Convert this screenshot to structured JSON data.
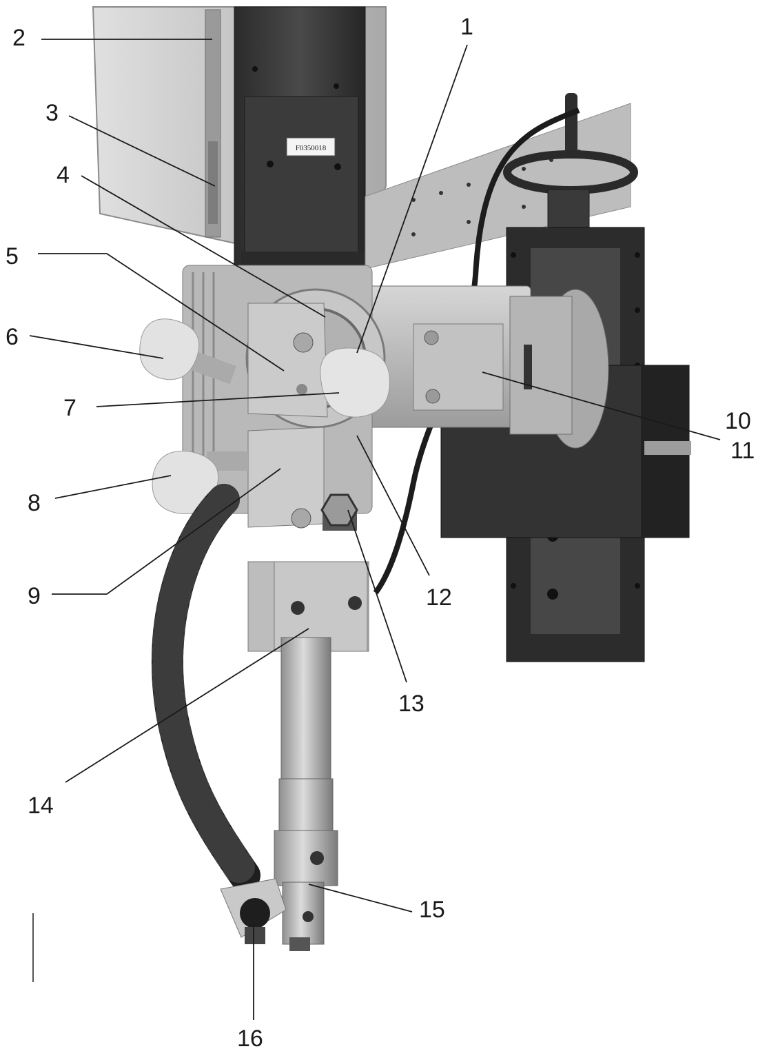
{
  "figure": {
    "label_plate_text": "F0350018",
    "callouts": [
      {
        "id": "1",
        "text": "1"
      },
      {
        "id": "2",
        "text": "2"
      },
      {
        "id": "3",
        "text": "3"
      },
      {
        "id": "4",
        "text": "4"
      },
      {
        "id": "5",
        "text": "5"
      },
      {
        "id": "6",
        "text": "6"
      },
      {
        "id": "7",
        "text": "7"
      },
      {
        "id": "8",
        "text": "8"
      },
      {
        "id": "9",
        "text": "9"
      },
      {
        "id": "10",
        "text": "10"
      },
      {
        "id": "11",
        "text": "11"
      },
      {
        "id": "12",
        "text": "12"
      },
      {
        "id": "13",
        "text": "13"
      },
      {
        "id": "14",
        "text": "14"
      },
      {
        "id": "15",
        "text": "15"
      },
      {
        "id": "16",
        "text": "16"
      }
    ]
  },
  "colors": {
    "background": "#ffffff",
    "leader_line": "#1a1a1a",
    "dark_steel": "#3a3a3a",
    "aluminium": "#b8b8b8",
    "hopper": "#cfcfcf",
    "knob": "#dedede",
    "hose": "#1f1f1f"
  }
}
